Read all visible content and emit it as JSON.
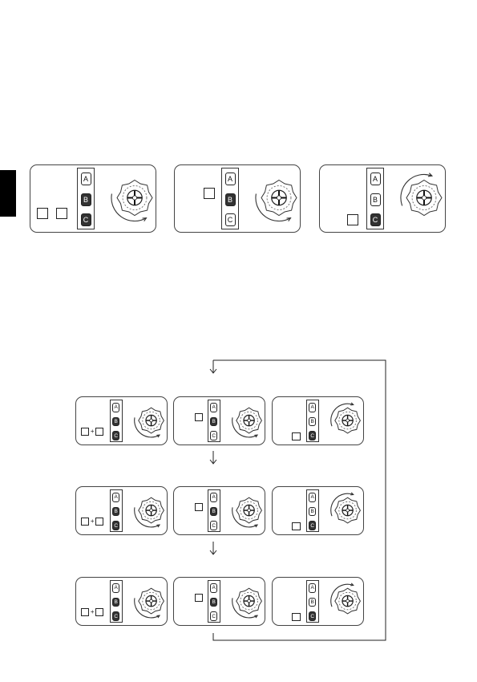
{
  "top_row": [
    {
      "keys": [
        {
          "label": "A",
          "state": "off"
        },
        {
          "label": "B",
          "state": "on"
        },
        {
          "label": "C",
          "state": "on"
        }
      ],
      "boxes": 2,
      "joined_by_plus": false,
      "arrow": "clockwise-bottom"
    },
    {
      "keys": [
        {
          "label": "A",
          "state": "off"
        },
        {
          "label": "B",
          "state": "on"
        },
        {
          "label": "C",
          "state": "off"
        }
      ],
      "boxes": 1,
      "joined_by_plus": false,
      "arrow": "clockwise-bottom"
    },
    {
      "keys": [
        {
          "label": "A",
          "state": "off"
        },
        {
          "label": "B",
          "state": "off"
        },
        {
          "label": "C",
          "state": "on"
        }
      ],
      "boxes": 1,
      "joined_by_plus": false,
      "arrow": "counterclockwise-top"
    }
  ],
  "grid_rows": [
    [
      {
        "keys": [
          {
            "label": "A",
            "state": "off"
          },
          {
            "label": "B",
            "state": "on"
          },
          {
            "label": "C",
            "state": "on"
          }
        ],
        "boxes": 2,
        "joined_by_plus": true,
        "plus_text": "+",
        "arrow": "clockwise-bottom"
      },
      {
        "keys": [
          {
            "label": "A",
            "state": "off"
          },
          {
            "label": "B",
            "state": "on"
          },
          {
            "label": "C",
            "state": "off"
          }
        ],
        "boxes": 1,
        "joined_by_plus": false,
        "arrow": "clockwise-bottom"
      },
      {
        "keys": [
          {
            "label": "A",
            "state": "off"
          },
          {
            "label": "B",
            "state": "off"
          },
          {
            "label": "C",
            "state": "on"
          }
        ],
        "boxes": 1,
        "joined_by_plus": false,
        "arrow": "counterclockwise-top"
      }
    ],
    [
      {
        "keys": [
          {
            "label": "A",
            "state": "off"
          },
          {
            "label": "B",
            "state": "on"
          },
          {
            "label": "C",
            "state": "on"
          }
        ],
        "boxes": 2,
        "joined_by_plus": true,
        "plus_text": "+",
        "arrow": "clockwise-bottom"
      },
      {
        "keys": [
          {
            "label": "A",
            "state": "off"
          },
          {
            "label": "B",
            "state": "on"
          },
          {
            "label": "C",
            "state": "off"
          }
        ],
        "boxes": 1,
        "joined_by_plus": false,
        "arrow": "clockwise-bottom"
      },
      {
        "keys": [
          {
            "label": "A",
            "state": "off"
          },
          {
            "label": "B",
            "state": "off"
          },
          {
            "label": "C",
            "state": "on"
          }
        ],
        "boxes": 1,
        "joined_by_plus": false,
        "arrow": "counterclockwise-top"
      }
    ],
    [
      {
        "keys": [
          {
            "label": "A",
            "state": "off"
          },
          {
            "label": "B",
            "state": "on"
          },
          {
            "label": "C",
            "state": "on"
          }
        ],
        "boxes": 2,
        "joined_by_plus": true,
        "plus_text": "+",
        "arrow": "clockwise-bottom"
      },
      {
        "keys": [
          {
            "label": "A",
            "state": "off"
          },
          {
            "label": "B",
            "state": "on"
          },
          {
            "label": "C",
            "state": "off"
          }
        ],
        "boxes": 1,
        "joined_by_plus": false,
        "arrow": "clockwise-bottom"
      },
      {
        "keys": [
          {
            "label": "A",
            "state": "off"
          },
          {
            "label": "B",
            "state": "off"
          },
          {
            "label": "C",
            "state": "on"
          }
        ],
        "boxes": 1,
        "joined_by_plus": false,
        "arrow": "counterclockwise-top"
      }
    ]
  ],
  "flow": {
    "arrow_icon": "down-arrow-icon",
    "loop": "return-loop-line"
  }
}
